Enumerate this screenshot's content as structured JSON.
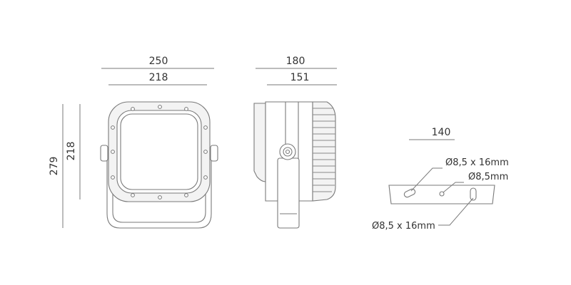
{
  "front_view": {
    "width_outer": "250",
    "width_inner": "218",
    "height_outer": "279",
    "height_inner": "218"
  },
  "side_view": {
    "depth_outer": "180",
    "depth_inner": "151"
  },
  "bracket_view": {
    "length": "140",
    "hole_slot_top": "Ø8,5 x 16mm",
    "hole_round": "Ø8,5mm",
    "hole_slot_bottom": "Ø8,5 x 16mm"
  },
  "colors": {
    "line": "#7a7a7a",
    "text": "#333333"
  }
}
